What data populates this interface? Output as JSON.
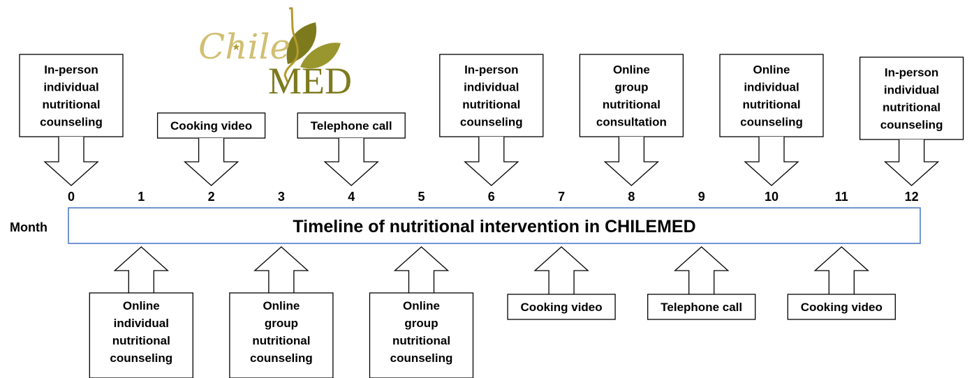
{
  "logo": {
    "script_text": "Chile",
    "block_text": "MED",
    "gold_color": "#b39a2c",
    "green_color": "#7d7a1e"
  },
  "axis": {
    "label": "Month",
    "months": [
      "0",
      "1",
      "2",
      "3",
      "4",
      "5",
      "6",
      "7",
      "8",
      "9",
      "10",
      "11",
      "12"
    ]
  },
  "timeline": {
    "title": "Timeline of nutritional intervention in CHILEMED",
    "border_color": "#4472c4"
  },
  "top_events": [
    {
      "month": "0",
      "lines": [
        "In-person",
        "individual",
        "nutritional",
        "counseling"
      ]
    },
    {
      "month": "2",
      "lines": [
        "Cooking video"
      ]
    },
    {
      "month": "4",
      "lines": [
        "Telephone call"
      ]
    },
    {
      "month": "6",
      "lines": [
        "In-person",
        "individual",
        "nutritional",
        "counseling"
      ]
    },
    {
      "month": "8",
      "lines": [
        "Online",
        "group",
        "nutritional",
        "consultation"
      ]
    },
    {
      "month": "10",
      "lines": [
        "Online",
        "individual",
        "nutritional",
        "counseling"
      ]
    },
    {
      "month": "12",
      "lines": [
        "In-person",
        "individual",
        "nutritional",
        "counseling"
      ]
    }
  ],
  "bottom_events": [
    {
      "month": "1",
      "lines": [
        "Online",
        "individual",
        "nutritional",
        "counseling"
      ]
    },
    {
      "month": "3",
      "lines": [
        "Online",
        "group",
        "nutritional",
        "counseling"
      ]
    },
    {
      "month": "5",
      "lines": [
        "Online",
        "group",
        "nutritional",
        "counseling"
      ]
    },
    {
      "month": "7",
      "lines": [
        "Cooking video"
      ]
    },
    {
      "month": "9",
      "lines": [
        "Telephone call"
      ]
    },
    {
      "month": "11",
      "lines": [
        "Cooking video"
      ]
    }
  ]
}
